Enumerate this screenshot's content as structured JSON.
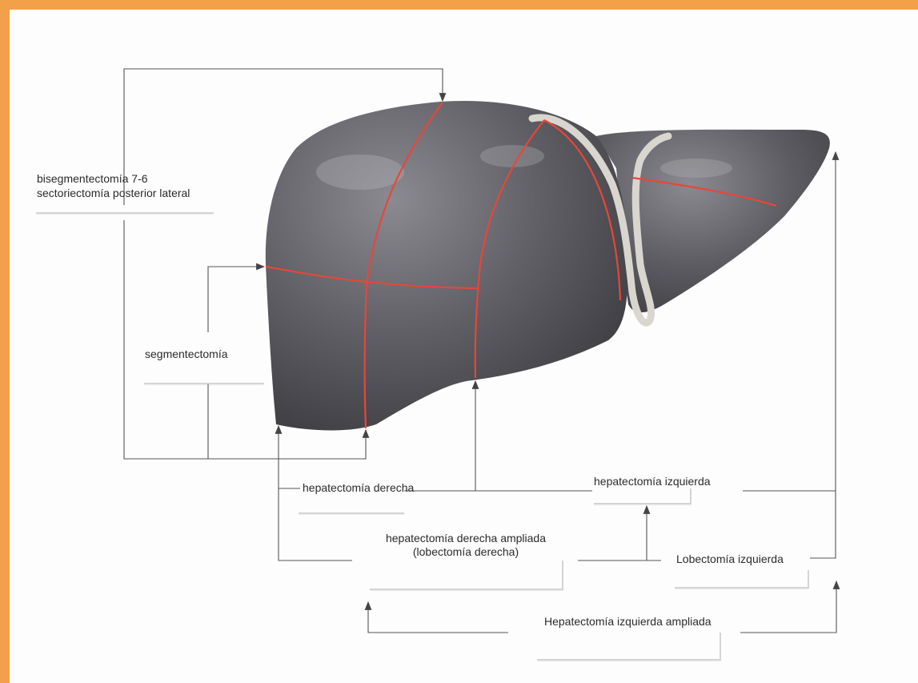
{
  "labels": {
    "bisegmentectomia": "bisegmentectomía 7-6",
    "sectoriectomia": "sectoriectomía posterior lateral",
    "segmentectomia": "segmentectomía",
    "hepatectomia_derecha": "hepatectomía derecha",
    "hepatectomia_izquierda": "hepatectomía izquierda",
    "hepatectomia_derecha_ampliada": "hepatectomía derecha ampliada",
    "lobectomia_derecha": "(lobectomía derecha)",
    "lobectomia_izquierda": "Lobectomía izquierda",
    "hepatectomia_izquierda_ampliada": "Hepatectomía izquierda ampliada"
  },
  "colors": {
    "frame": "#f3a04b",
    "liver": "#5f5f64",
    "cut_line": "#e8463a",
    "connector": "#555555",
    "ligament": "#d9d6cf"
  }
}
